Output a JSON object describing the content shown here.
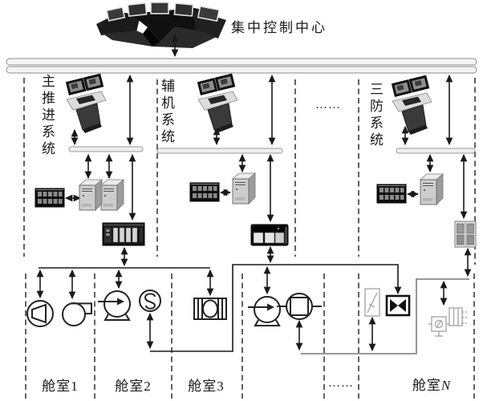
{
  "header": {
    "title": "集中控制中心"
  },
  "systems": [
    {
      "label": "主推进系统"
    },
    {
      "label": "辅机系统"
    },
    {
      "label": "三防系统"
    }
  ],
  "ellipsis": {
    "upper": "……",
    "lower": "……"
  },
  "cabins": [
    {
      "label": "舱室1"
    },
    {
      "label": "舱室2"
    },
    {
      "label": "舱室3"
    }
  ],
  "cabin_n": {
    "prefix": "舱室",
    "suffix": "N"
  },
  "icons": {
    "central-console-icon": "dark multi-monitor control desk photo",
    "workstation-icon": "dual-screen operator console",
    "server-rack-icon": "dark slotted disk/IO rack",
    "tower-pc-icon": "3d tower computer",
    "plc-rack-icon": "module rack PLC",
    "plc-unit-icon": "compact PLC box",
    "io-cabinet-icon": "gray compartment cabinet",
    "fan-icon": "circle with wedge",
    "blower-icon": "circle with top outlet duct",
    "pump-icon": "circle with arrow and base",
    "sensor-icon": "circle with S curve",
    "motor-valve-icon": "rectangle with ellipse and end flanges",
    "inline-valve-icon": "circle with inscribed square and side pipes",
    "damper-icon": "faint rectangle with diagonal",
    "shutoff-valve-icon": "bold square with bowtie",
    "hydraulic-unit-icon": "faint hydraulic schematic block"
  },
  "colors": {
    "line": "#1a1a1a",
    "gray_branch_line": "#8a8a8a",
    "bus_fill": "#f4f4f4",
    "bus_edge": "#8c8c8c",
    "faint_icon": "#a8a8a8",
    "dark_icon": "#111111"
  }
}
